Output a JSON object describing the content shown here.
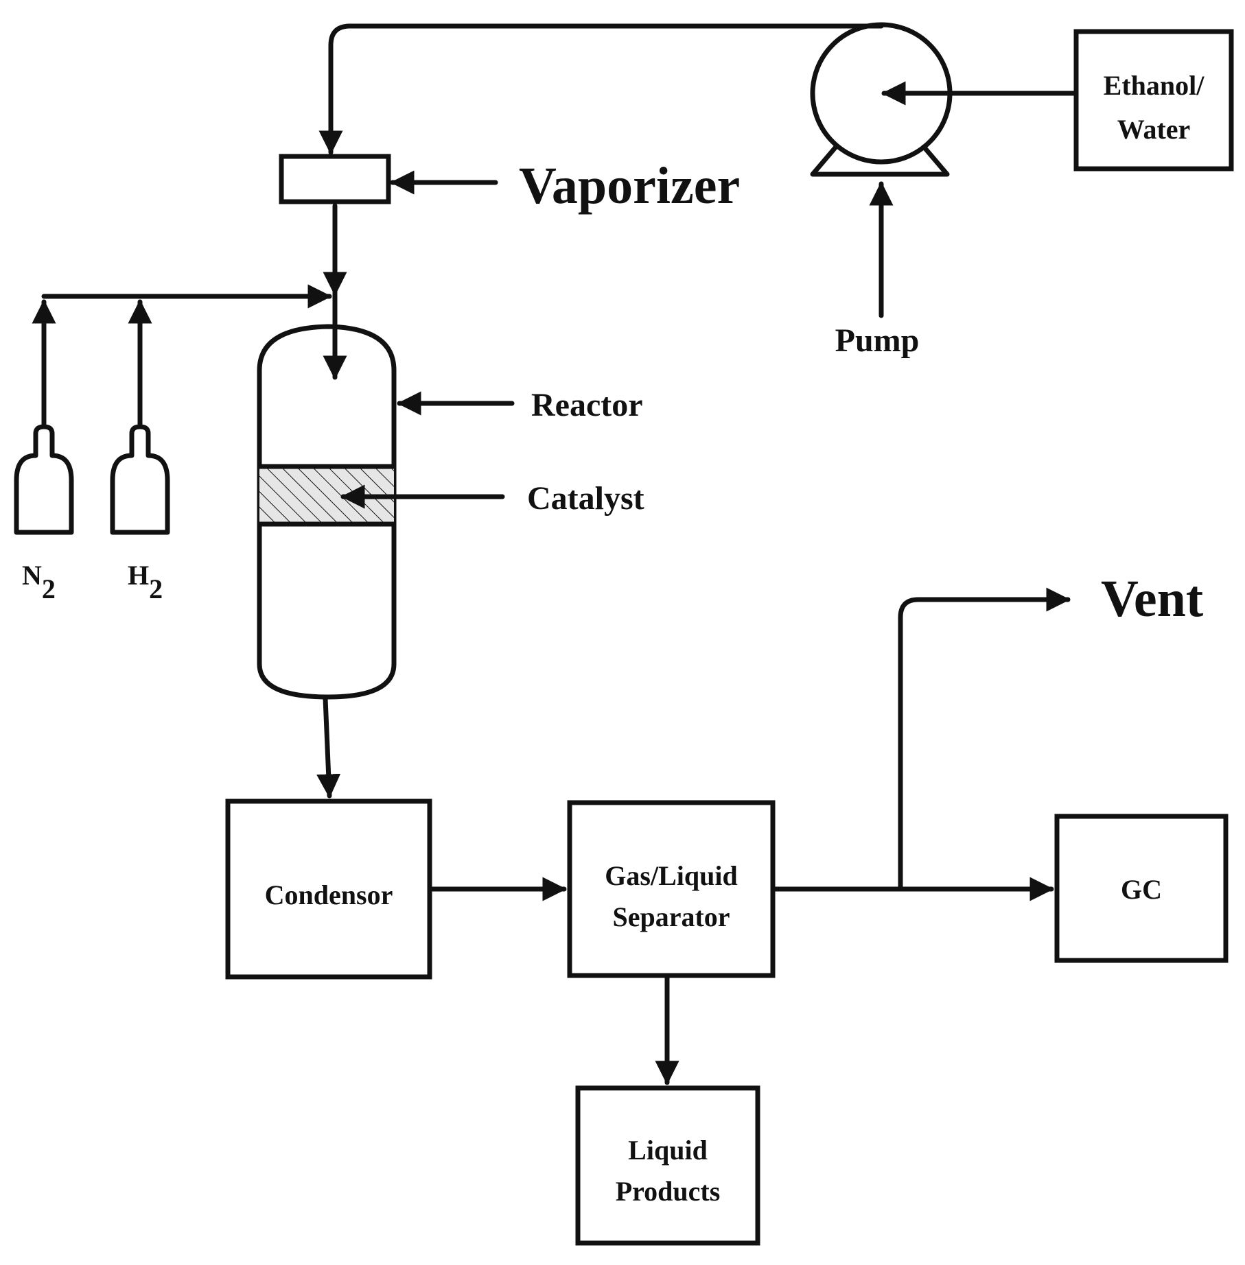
{
  "labels": {
    "vaporizer": "Vaporizer",
    "pump": "Pump",
    "reactor": "Reactor",
    "catalyst": "Catalyst",
    "vent": "Vent",
    "n2": "N",
    "n2_sub": "2",
    "h2": "H",
    "h2_sub": "2"
  },
  "boxes": {
    "feed": [
      "Ethanol/",
      "Water"
    ],
    "condensor": [
      "Condensor"
    ],
    "separator": [
      "Gas/Liquid",
      "Separator"
    ],
    "gc": [
      "GC"
    ],
    "liquid_products": [
      "Liquid",
      "Products"
    ]
  },
  "colors": {
    "stroke": "#111111",
    "background": "#ffffff",
    "catalyst_fill": "#e6e6e6"
  }
}
